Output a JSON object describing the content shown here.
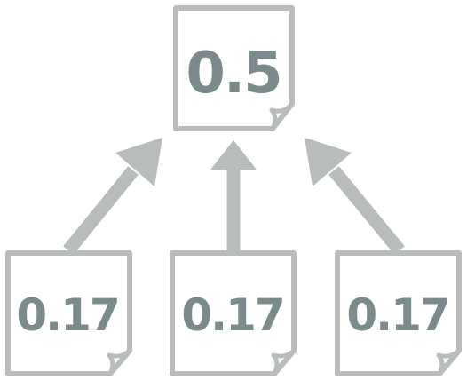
{
  "colors": {
    "outline": "#b9bcbd",
    "arrow": "#b9bcbd",
    "text": "#7b8b8b",
    "background": "#ffffff"
  },
  "top_node": {
    "value": "0.5"
  },
  "bottom_nodes": [
    {
      "value": "0.17"
    },
    {
      "value": "0.17"
    },
    {
      "value": "0.17"
    }
  ],
  "icons": {
    "document": "document-icon",
    "arrow": "arrow-up-icon"
  }
}
